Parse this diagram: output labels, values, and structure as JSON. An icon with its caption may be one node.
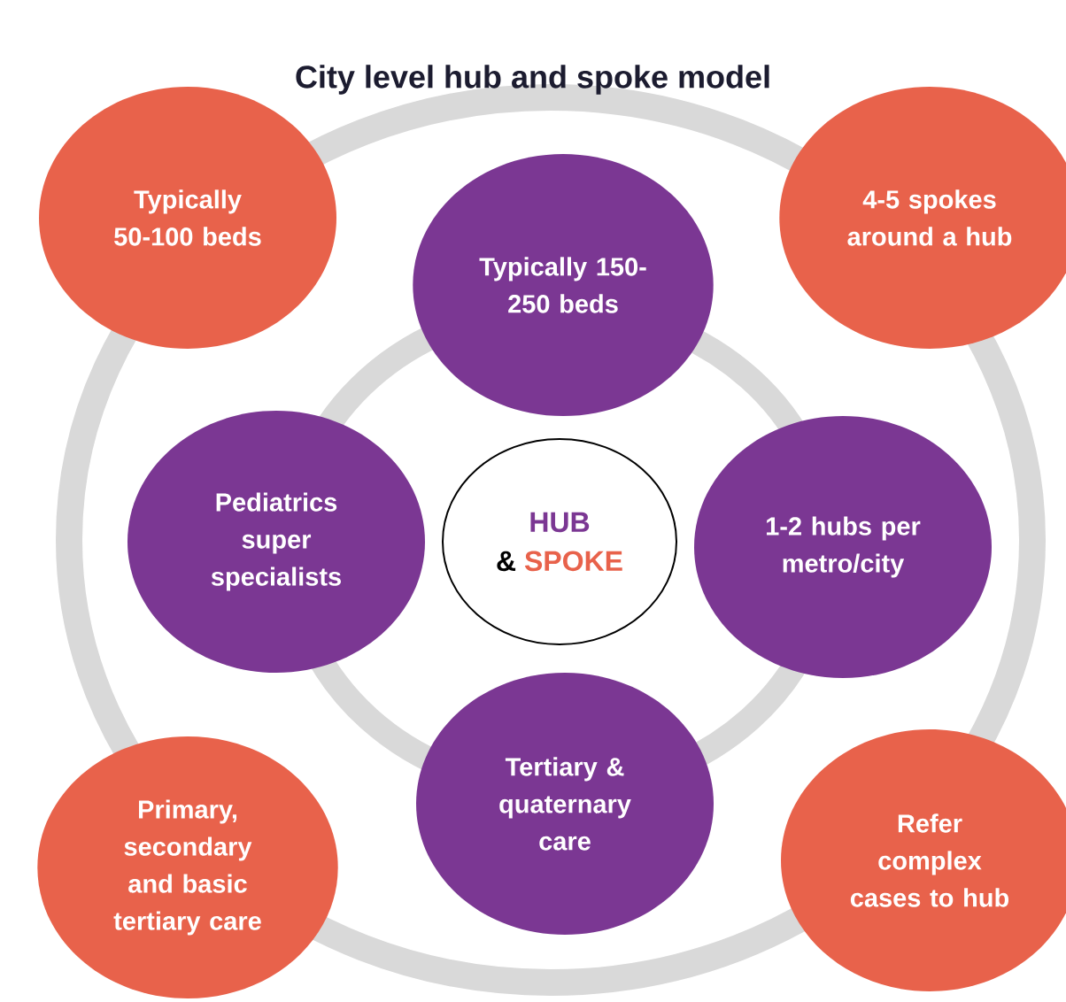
{
  "diagram": {
    "title": "City level hub and spoke model",
    "nodes": [
      {
        "text": [
          "Typically 50-100 beds"
        ]
      },
      {
        "text": [
          "Typically 150-250 beds"
        ]
      },
      {
        "text": [
          "4-5 spokes around a hub"
        ]
      },
      {
        "text": [
          "Pediatrics super specialists"
        ]
      },
      {
        "text": [
          "HUB",
          "&",
          "SPOKE"
        ]
      },
      {
        "text": [
          "1-2 hubs per metro/city"
        ]
      },
      {
        "text": [
          "Tertiary & quaternary care"
        ]
      },
      {
        "text": [
          "Primary, secondary and basic tertiary care"
        ]
      },
      {
        "text": [
          "Refer complex cases to hub"
        ]
      }
    ]
  }
}
